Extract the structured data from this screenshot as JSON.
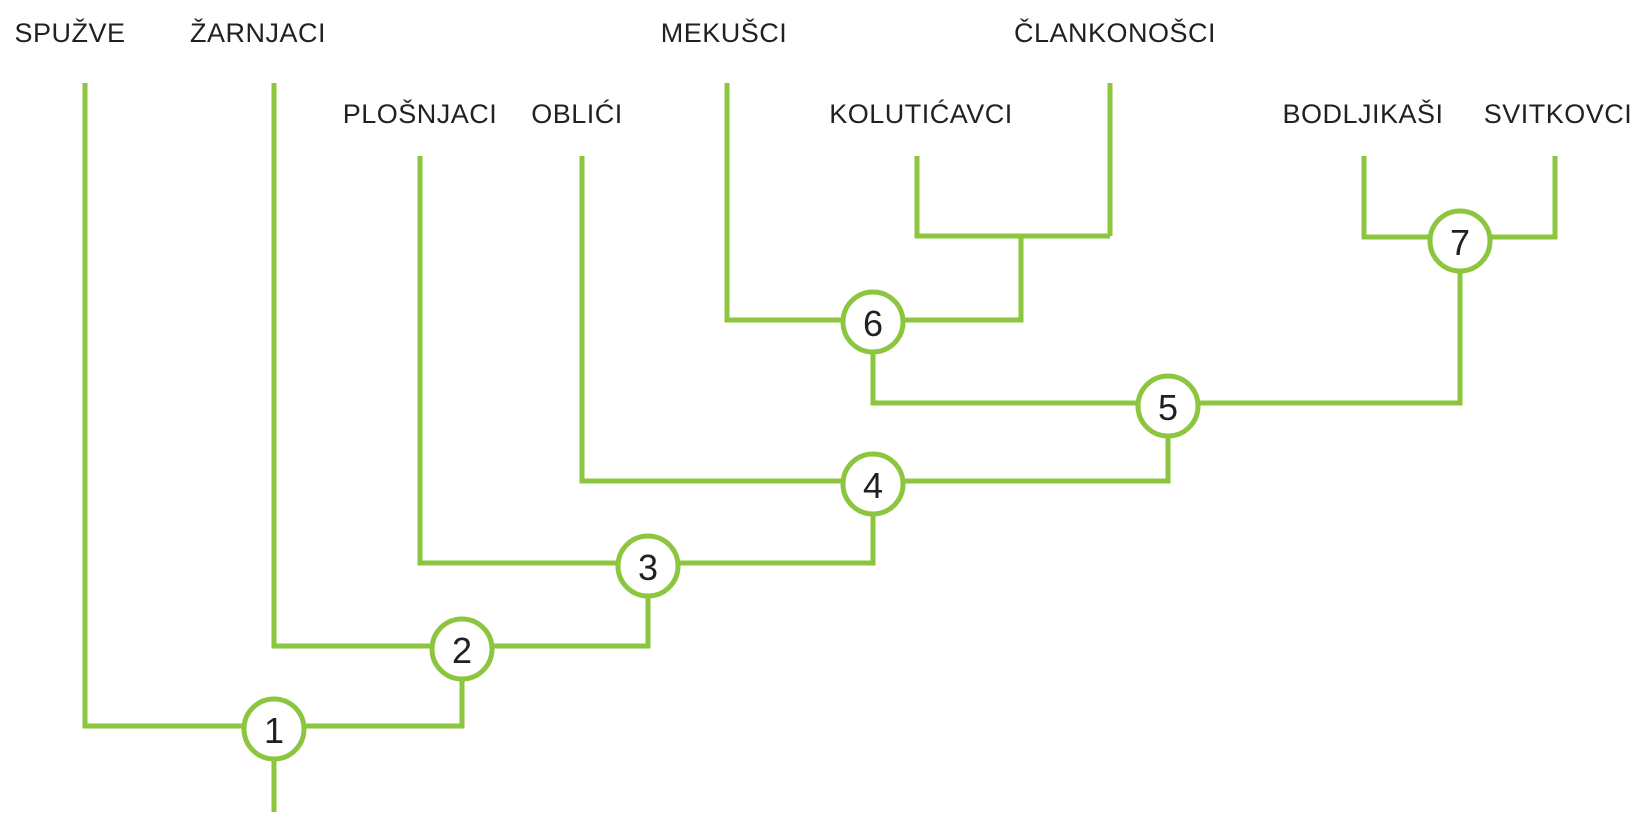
{
  "colors": {
    "canvas_bg": "#FFFFFF",
    "branch": "#8CC63F",
    "label_text": "#212121",
    "node_fill": "#FFFFFF",
    "node_number": "#212121"
  },
  "taxa": [
    {
      "id": "spuzve",
      "label": "SPUŽVE"
    },
    {
      "id": "zarnjaci",
      "label": "ŽARNJACI"
    },
    {
      "id": "plosnjaci",
      "label": "PLOŠNJACI"
    },
    {
      "id": "oblici",
      "label": "OBLIĆI"
    },
    {
      "id": "mekusci",
      "label": "MEKUŠCI"
    },
    {
      "id": "koluticavci",
      "label": "KOLUTIĆAVCI"
    },
    {
      "id": "clankonosci",
      "label": "ČLANKONOŠCI"
    },
    {
      "id": "bodljikasi",
      "label": "BODLJIKAŠI"
    },
    {
      "id": "svitkovci",
      "label": "SVITKOVCI"
    }
  ],
  "nodes": [
    {
      "id": "1",
      "label": "1"
    },
    {
      "id": "2",
      "label": "2"
    },
    {
      "id": "3",
      "label": "3"
    },
    {
      "id": "4",
      "label": "4"
    },
    {
      "id": "5",
      "label": "5"
    },
    {
      "id": "6",
      "label": "6"
    },
    {
      "id": "7",
      "label": "7"
    }
  ],
  "tree": {
    "type": "cladogram",
    "root_node": "1",
    "clades": {
      "1": [
        "SPUŽVE",
        "2"
      ],
      "2": [
        "ŽARNJACI",
        "3"
      ],
      "3": [
        "PLOŠNJACI",
        "4"
      ],
      "4": [
        "OBLIĆI",
        "5"
      ],
      "5": [
        "6",
        "7"
      ],
      "6": [
        "MEKUŠCI",
        [
          "KOLUTIĆAVCI",
          "ČLANKONOŠCI"
        ]
      ],
      "7": [
        "BODLJIKAŠI",
        "SVITKOVCI"
      ]
    }
  }
}
